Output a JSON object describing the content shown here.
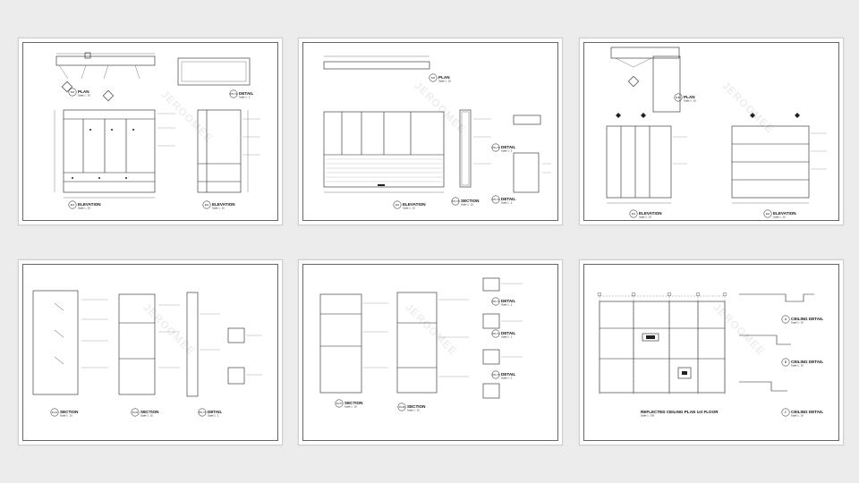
{
  "sheets": [
    {
      "id": "s1",
      "watermark": "JEROOMEE",
      "labels": [
        {
          "code": "B-B",
          "text": "PLAN",
          "scale": "Scale 1 : 10"
        },
        {
          "code": "DT1-T2",
          "text": "DETAIL",
          "scale": "Scale 1 : 2"
        },
        {
          "code": "E01",
          "text": "ELEVATION",
          "scale": "Scale 1 : 10"
        },
        {
          "code": "E02",
          "text": "ELEVATION",
          "scale": "Scale 1 : 10"
        }
      ]
    },
    {
      "id": "s2",
      "watermark": "JEROOMEE",
      "labels": [
        {
          "code": "B-B",
          "text": "PLAN",
          "scale": "Scale 1 : 10"
        },
        {
          "code": "E01",
          "text": "ELEVATION",
          "scale": "Scale 1 : 10"
        },
        {
          "code": "DT1-T8",
          "text": "SECTION",
          "scale": "Scale 1 : 10"
        },
        {
          "code": "DT1-T9",
          "text": "DETAIL",
          "scale": "Scale 1 : 2"
        },
        {
          "code": "DT1-T0",
          "text": "DETAIL",
          "scale": "Scale 1 : 2"
        }
      ]
    },
    {
      "id": "s3",
      "watermark": "JEROOMEE",
      "labels": [
        {
          "code": "B-B1",
          "text": "PLAN",
          "scale": "Scale 1 : 10"
        },
        {
          "code": "E01",
          "text": "ELEVATION",
          "scale": "Scale 1 : 10"
        },
        {
          "code": "E02",
          "text": "ELEVATION",
          "scale": "Scale 1 : 10"
        }
      ]
    },
    {
      "id": "s4",
      "watermark": "JEROOMEE",
      "labels": [
        {
          "code": "D1-01",
          "text": "SECTION",
          "scale": "Scale 1 : 10"
        },
        {
          "code": "D1-02",
          "text": "SECTION",
          "scale": "Scale 1 : 10"
        },
        {
          "code": "DT1-T3",
          "text": "DETAIL",
          "scale": "Scale 1 : 2"
        }
      ]
    },
    {
      "id": "s5",
      "watermark": "JEROOMEE",
      "labels": [
        {
          "code": "D1-07",
          "text": "SECTION",
          "scale": "Scale 1 : 10"
        },
        {
          "code": "D1-08",
          "text": "SECTION",
          "scale": "Scale 1 : 10"
        },
        {
          "code": "DT1-T2",
          "text": "DETAIL",
          "scale": "Scale 1 : 2"
        },
        {
          "code": "DT1-T4",
          "text": "DETAIL",
          "scale": "Scale 1 : 2"
        },
        {
          "code": "DT1-T5",
          "text": "DETAIL",
          "scale": "Scale 1 : 2"
        }
      ]
    },
    {
      "id": "s6",
      "watermark": "JEROOMEE",
      "labels": [
        {
          "code": "",
          "text": "REFLECTED CEILING PLAN 1st FLOOR",
          "scale": "Scale 1 : 100"
        },
        {
          "code": "A",
          "text": "CEILING DETAIL",
          "scale": "Scale 1 : 10"
        },
        {
          "code": "B",
          "text": "CEILING DETAIL",
          "scale": "Scale 1 : 10"
        },
        {
          "code": "C",
          "text": "CEILING DETAIL",
          "scale": "Scale 1 : 10"
        }
      ]
    }
  ]
}
